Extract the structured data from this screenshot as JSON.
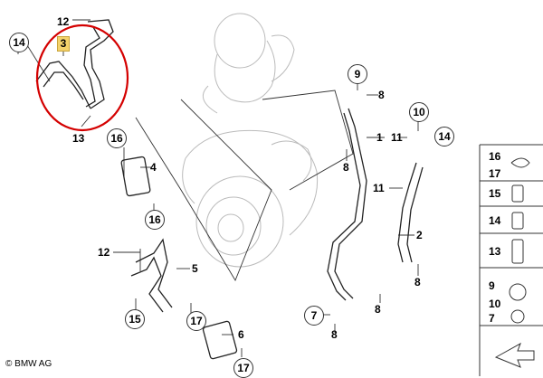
{
  "callouts": {
    "c14_top": "14",
    "c12_top": "12",
    "c3_hl": "3",
    "c13": "13",
    "c16_a": "16",
    "c4": "4",
    "c16_b": "16",
    "c12_mid": "12",
    "c5": "5",
    "c15": "15",
    "c17_a": "17",
    "c6": "6",
    "c17_b": "17",
    "c9": "9",
    "c8_a": "8",
    "c1": "1",
    "c8_b": "8",
    "c10": "10",
    "c11_a": "11",
    "c14_right": "14",
    "c11_b": "11",
    "c2": "2",
    "c8_c": "8",
    "c8_d": "8",
    "c7": "7",
    "c8_e": "8"
  },
  "legend": {
    "items": [
      "16",
      "17",
      "15",
      "14",
      "13",
      "9",
      "10",
      "7"
    ]
  },
  "copyright": "© BMW AG",
  "highlight_color": "#d40000"
}
